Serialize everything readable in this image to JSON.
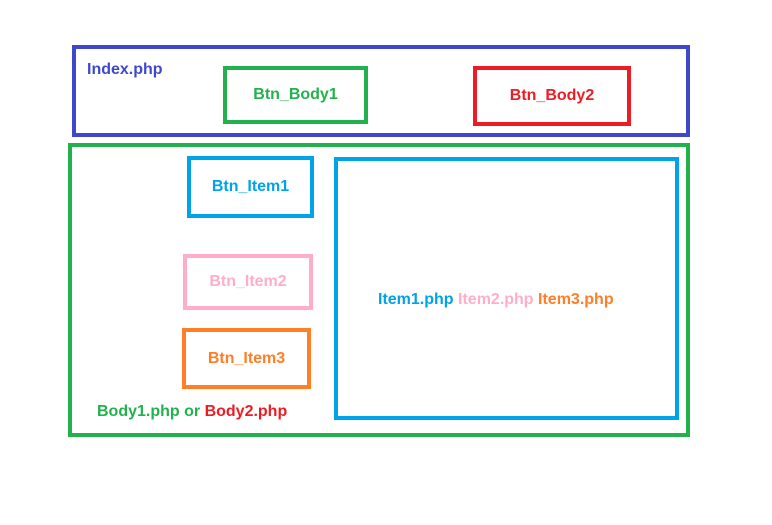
{
  "colors": {
    "index": "#3f48cc",
    "body1": "#22b14c",
    "body2": "#ed1c24",
    "item1": "#00a2e8",
    "item2": "#ffaec9",
    "item3": "#ff7f27"
  },
  "index": {
    "label": "Index.php"
  },
  "header_buttons": {
    "body1": "Btn_Body1",
    "body2": "Btn_Body2"
  },
  "side_buttons": {
    "item1": "Btn_Item1",
    "item2": "Btn_Item2",
    "item3": "Btn_Item3"
  },
  "body_caption": {
    "part1": "Body1.php",
    "connector": " or ",
    "part2": "Body2.php"
  },
  "item_caption": {
    "item1": "Item1.php",
    "item2": "Item2.php",
    "item3": "Item3.php"
  }
}
